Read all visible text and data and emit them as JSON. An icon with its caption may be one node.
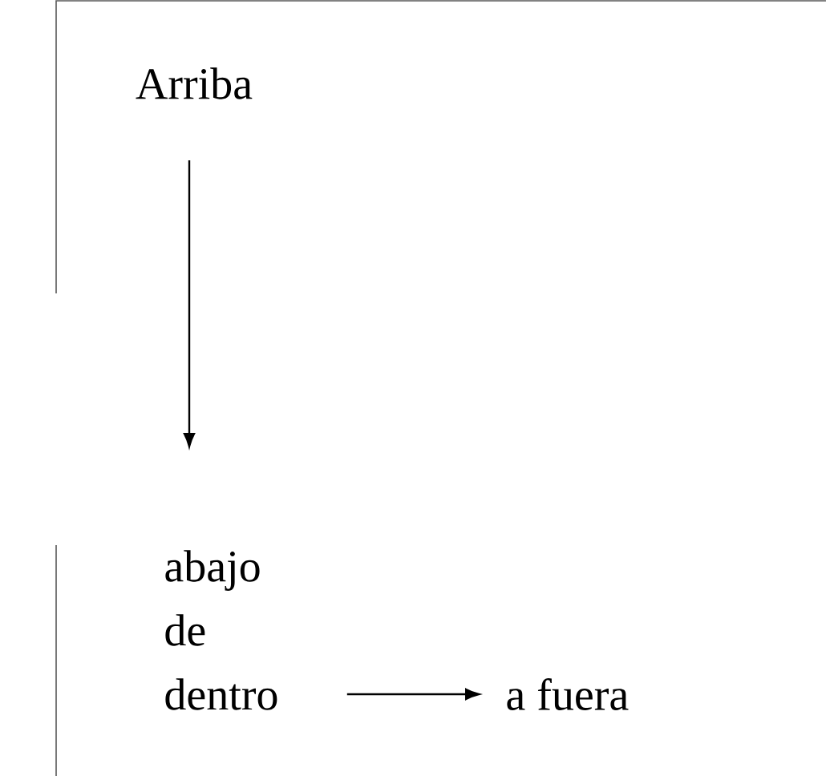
{
  "diagram": {
    "nodes": [
      {
        "text": [
          "Arriba"
        ]
      },
      {
        "text": [
          "abajo de dentro"
        ]
      },
      {
        "text": [
          "a fuera"
        ]
      }
    ],
    "edges": [
      {
        "from": 0,
        "to": 1,
        "arrow": "to"
      },
      {
        "from": 1,
        "to": 2,
        "arrow": "to"
      }
    ]
  }
}
